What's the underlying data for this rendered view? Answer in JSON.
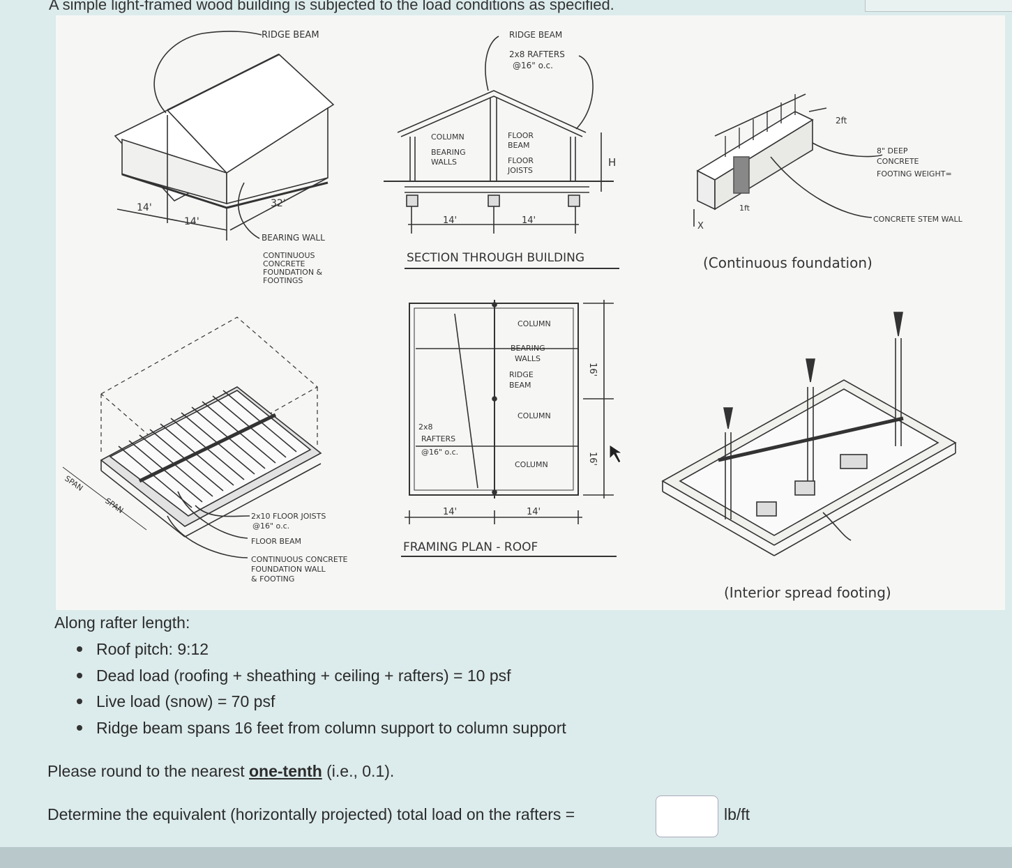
{
  "intro": "A simple light-framed wood building is subjected to the load conditions as specified.",
  "figure": {
    "building_labels": {
      "ridge_beam": "RIDGE BEAM",
      "dim_14a": "14'",
      "dim_14b": "14'",
      "dim_32": "32'",
      "bearing_wall": "BEARING WALL",
      "foundation_1": "CONTINUOUS",
      "foundation_2": "CONCRETE",
      "foundation_3": "FOUNDATION &",
      "foundation_4": "FOOTINGS"
    },
    "section_labels": {
      "ridge_beam": "RIDGE BEAM",
      "rafters_1": "2x8 RAFTERS",
      "rafters_2": "@16\" o.c.",
      "column": "COLUMN",
      "bearing_walls_1": "BEARING",
      "bearing_walls_2": "WALLS",
      "floor_beam_1": "FLOOR",
      "floor_beam_2": "BEAM",
      "floor_joists_1": "FLOOR",
      "floor_joists_2": "JOISTS",
      "h": "H",
      "dim_14a": "14'",
      "dim_14b": "14'",
      "title": "SECTION THROUGH BUILDING"
    },
    "foundation_labels": {
      "width": "2ft",
      "depth_1": "8\" DEEP",
      "depth_2": "CONCRETE",
      "depth_3": "FOOTING WEIGHT=",
      "stem": "CONCRETE STEM WALL",
      "x": "X",
      "one_ft": "1ft"
    },
    "floor_labels": {
      "span_a": "SPAN",
      "span_b": "SPAN",
      "joists_1": "2x10 FLOOR JOISTS",
      "joists_2": "@16\" o.c.",
      "floor_beam": "FLOOR BEAM",
      "foundation_1": "CONTINUOUS CONCRETE",
      "foundation_2": "FOUNDATION WALL",
      "foundation_3": "& FOOTING"
    },
    "plan_labels": {
      "column_top": "COLUMN",
      "bearing_walls_1": "BEARING",
      "bearing_walls_2": "WALLS",
      "ridge_beam_1": "RIDGE",
      "ridge_beam_2": "BEAM",
      "column_mid": "COLUMN",
      "rafters_1": "2x8",
      "rafters_2": "RAFTERS",
      "rafters_3": "@16\" o.c.",
      "column_bot": "COLUMN",
      "dim_16a": "16'",
      "dim_16b": "16'",
      "dim_14a": "14'",
      "dim_14b": "14'",
      "title": "FRAMING PLAN - ROOF"
    },
    "caption_continuous": "(Continuous foundation)",
    "caption_interior": "(Interior spread footing)"
  },
  "heading": "Along rafter length:",
  "items": [
    "Roof pitch:  9:12",
    "Dead load (roofing + sheathing + ceiling + rafters) = 10 psf",
    "Live load (snow) = 70 psf",
    "Ridge beam spans 16 feet from column support to column support"
  ],
  "round_prefix": "Please round to the nearest ",
  "round_emph": "one-tenth",
  "round_suffix": " (i.e., 0.1).",
  "determine": "Determine the equivalent (horizontally projected) total load on the rafters =",
  "answer_value": "",
  "unit": "lb/ft"
}
